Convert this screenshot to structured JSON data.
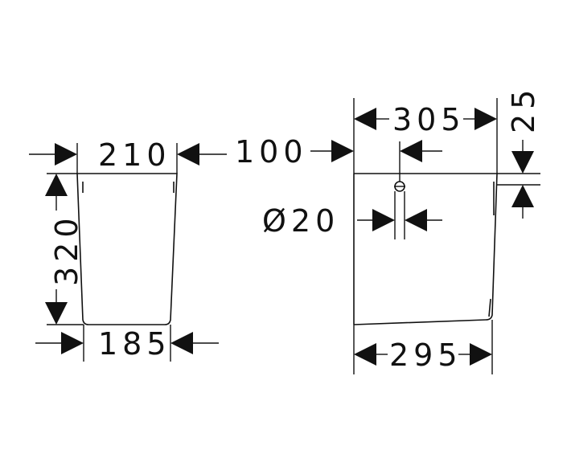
{
  "front_view": {
    "top_width": "210",
    "bottom_width": "185",
    "height": "320"
  },
  "side_view": {
    "top_width": "305",
    "offset": "100",
    "hole_diameter": "Ø20",
    "bottom_width": "295",
    "top_thickness": "25"
  },
  "colors": {
    "line": "#111111",
    "background": "#ffffff"
  }
}
